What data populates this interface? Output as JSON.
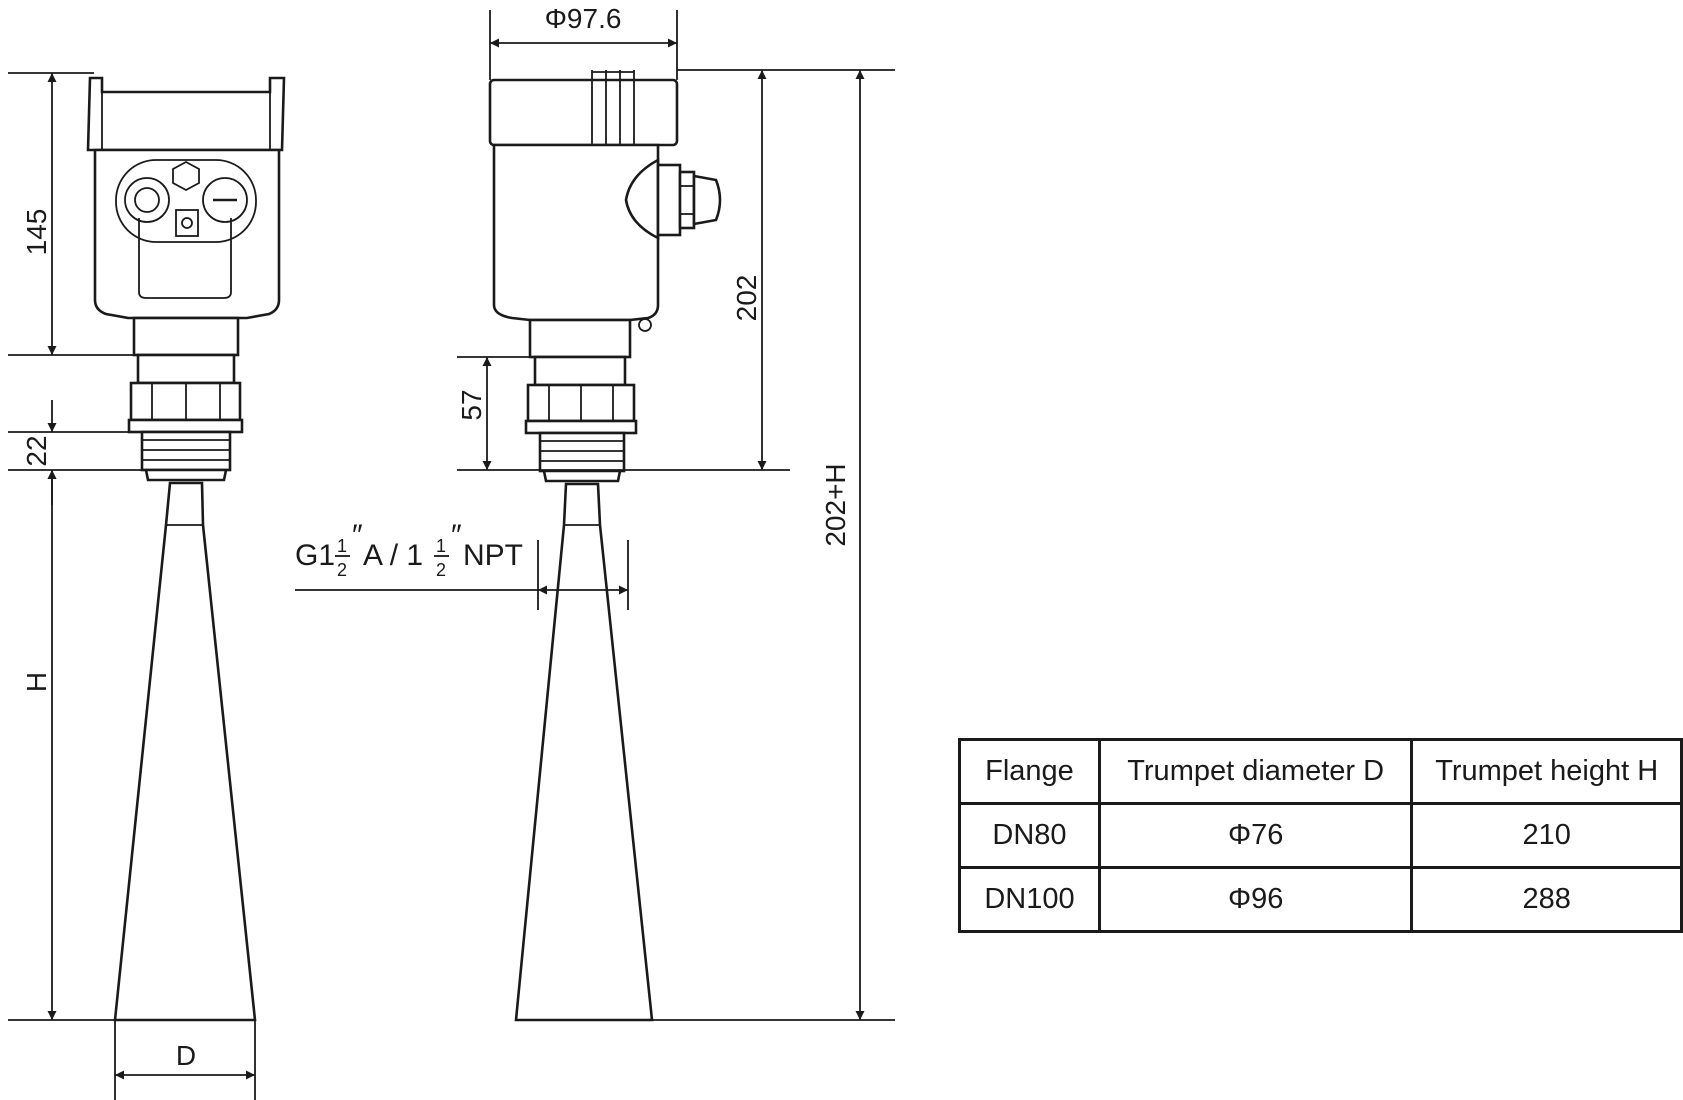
{
  "dimensions": {
    "top_diameter": "Φ97.6",
    "left_height_upper": "145",
    "left_height_thread": "22",
    "left_height_horn": "H",
    "horn_diameter": "D",
    "side_height_housing": "202",
    "side_height_neck": "57",
    "total_height": "202+H"
  },
  "thread": {
    "prefix": "G1",
    "frac_num": "1",
    "frac_den": "2",
    "mid": "A / 1",
    "suffix": "NPT"
  },
  "table": {
    "headers": [
      "Flange",
      "Trumpet diameter D",
      "Trumpet height H"
    ],
    "rows": [
      [
        "DN80",
        "Φ76",
        "210"
      ],
      [
        "DN100",
        "Φ96",
        "288"
      ]
    ]
  }
}
